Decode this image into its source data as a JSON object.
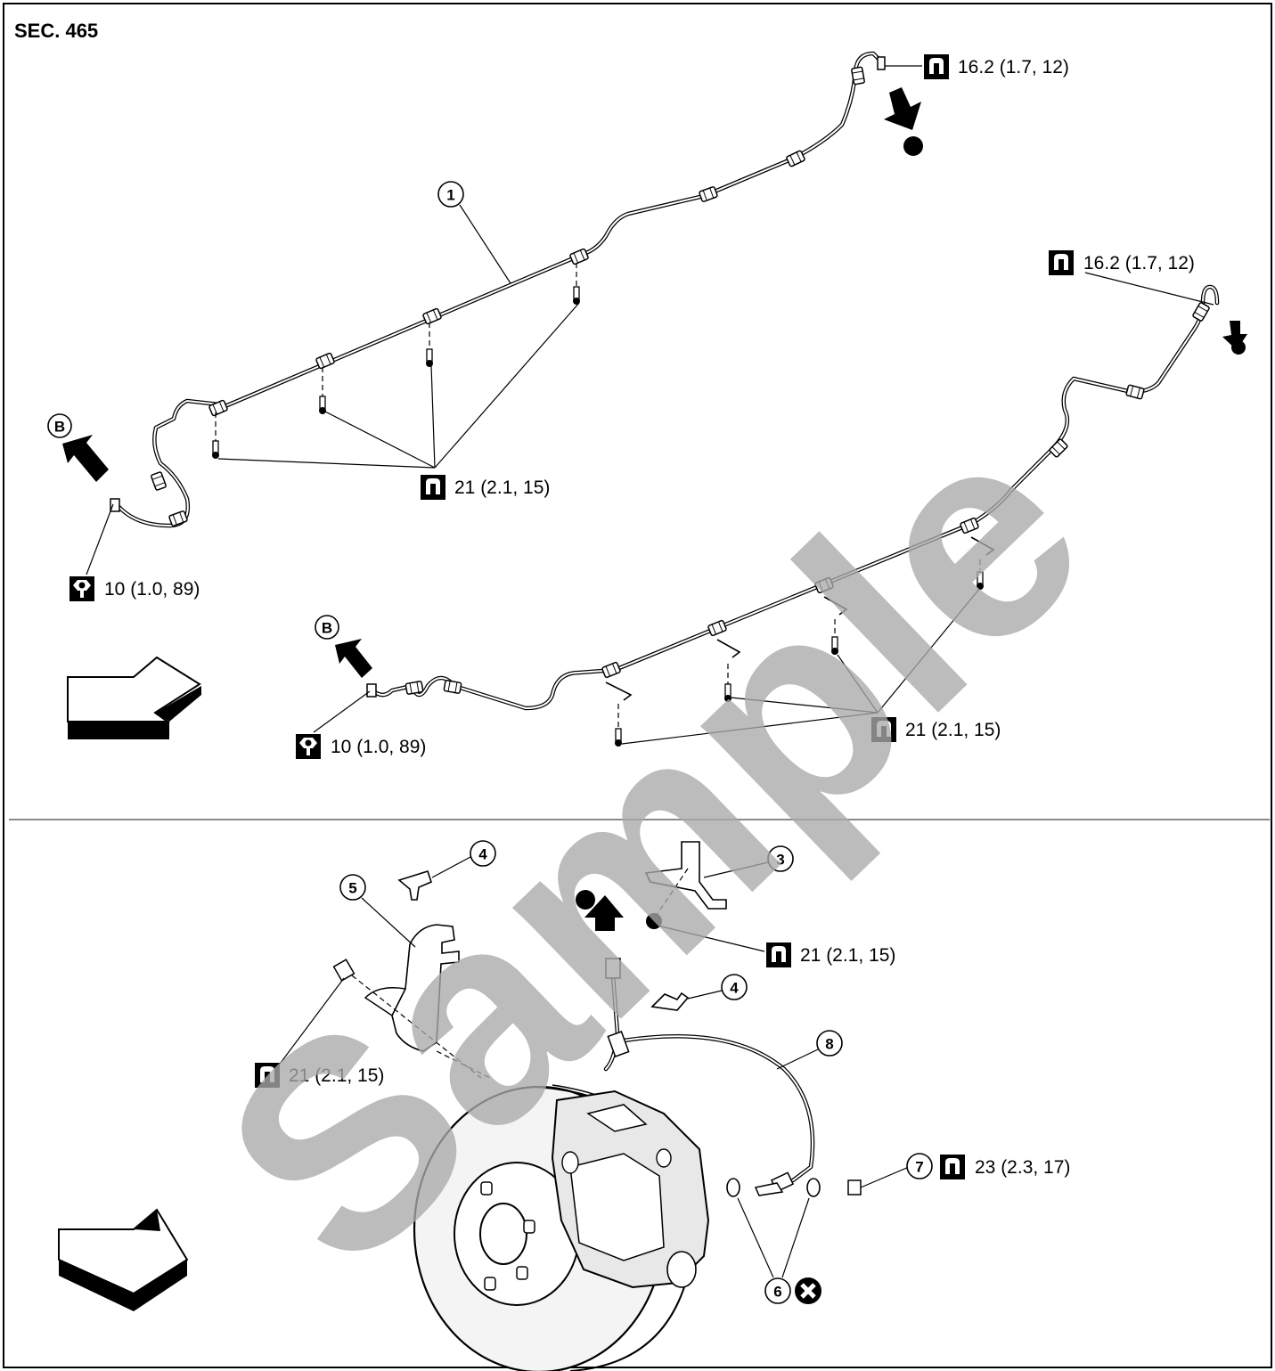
{
  "section_label": "SEC. 465",
  "watermark": "Sample",
  "callouts": {
    "c1": "1",
    "c3": "3",
    "c4a": "4",
    "c4b": "4",
    "c5": "5",
    "c6": "6",
    "c7": "7",
    "c8": "8",
    "cBa": "B",
    "cBb": "B"
  },
  "torque": {
    "t_top_right": "16.2 (1.7, 12)",
    "t_right": "16.2 (1.7, 12)",
    "t_mid_upper": "21 (2.1, 15)",
    "t_left_upper": "10 (1.0, 89)",
    "t_left_lower": "10 (1.0, 89)",
    "t_mid_lower": "21 (2.1, 15)",
    "t_bracket": "21 (2.1, 15)",
    "t_caliper_bolt": "21 (2.1, 15)",
    "t_union_bolt": "23 (2.3, 17)"
  },
  "icons": {
    "torque": "torque-wrench-icon",
    "flare_nut": "flare-nut-torque-icon",
    "do_not_reuse": "do-not-reuse-icon",
    "direction": "direction-arrow-icon",
    "front": "vehicle-front-arrow-icon"
  }
}
